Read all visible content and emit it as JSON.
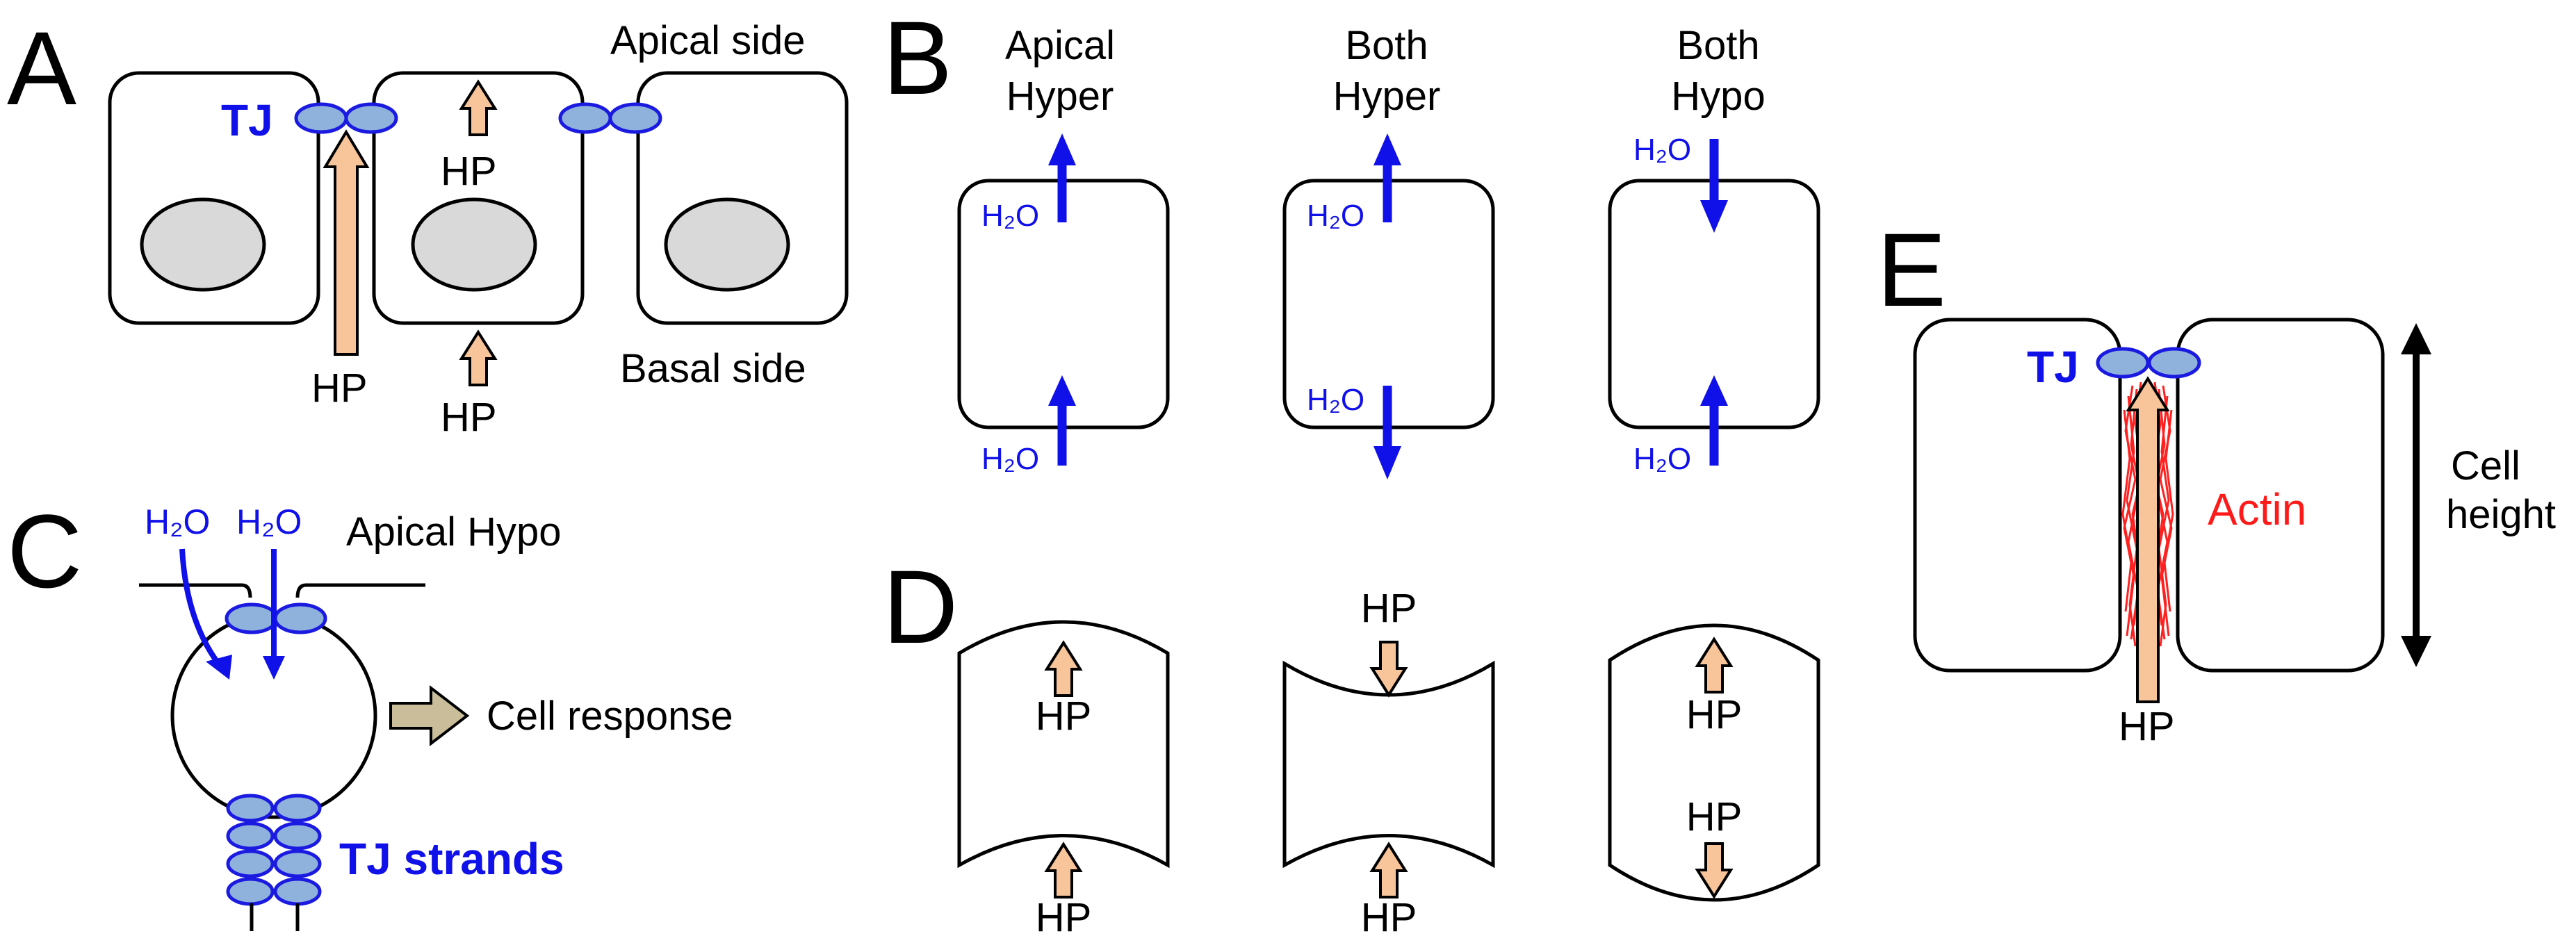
{
  "panels": {
    "a": "A",
    "b": "B",
    "c": "C",
    "d": "D",
    "e": "E"
  },
  "panel_a": {
    "tj": "TJ",
    "apical": "Apical side",
    "basal": "Basal side",
    "hp_top": "HP",
    "hp_left": "HP",
    "hp_bottom": "HP"
  },
  "panel_b": {
    "col1": [
      "Apical",
      "Hyper"
    ],
    "col2": [
      "Both",
      "Hyper"
    ],
    "col3": [
      "Both",
      "Hypo"
    ],
    "water": "H₂O"
  },
  "panel_c": {
    "water_left": "H₂O",
    "water_right": "H₂O",
    "apical_hypo": "Apical Hypo",
    "cell_response": "Cell response",
    "tj_strands": "TJ strands"
  },
  "panel_d": {
    "hp": "HP"
  },
  "panel_e": {
    "tj": "TJ",
    "actin": "Actin",
    "cell_height": [
      "Cell",
      "height"
    ],
    "hp": "HP"
  },
  "colors": {
    "blue": "#1010e8",
    "red": "#ff1a1a",
    "tj_fill": "#8fb2dc",
    "hp_fill": "#f8c49a",
    "nucleus": "#d9d9d9",
    "response_arrow": "#c9bd9a"
  }
}
